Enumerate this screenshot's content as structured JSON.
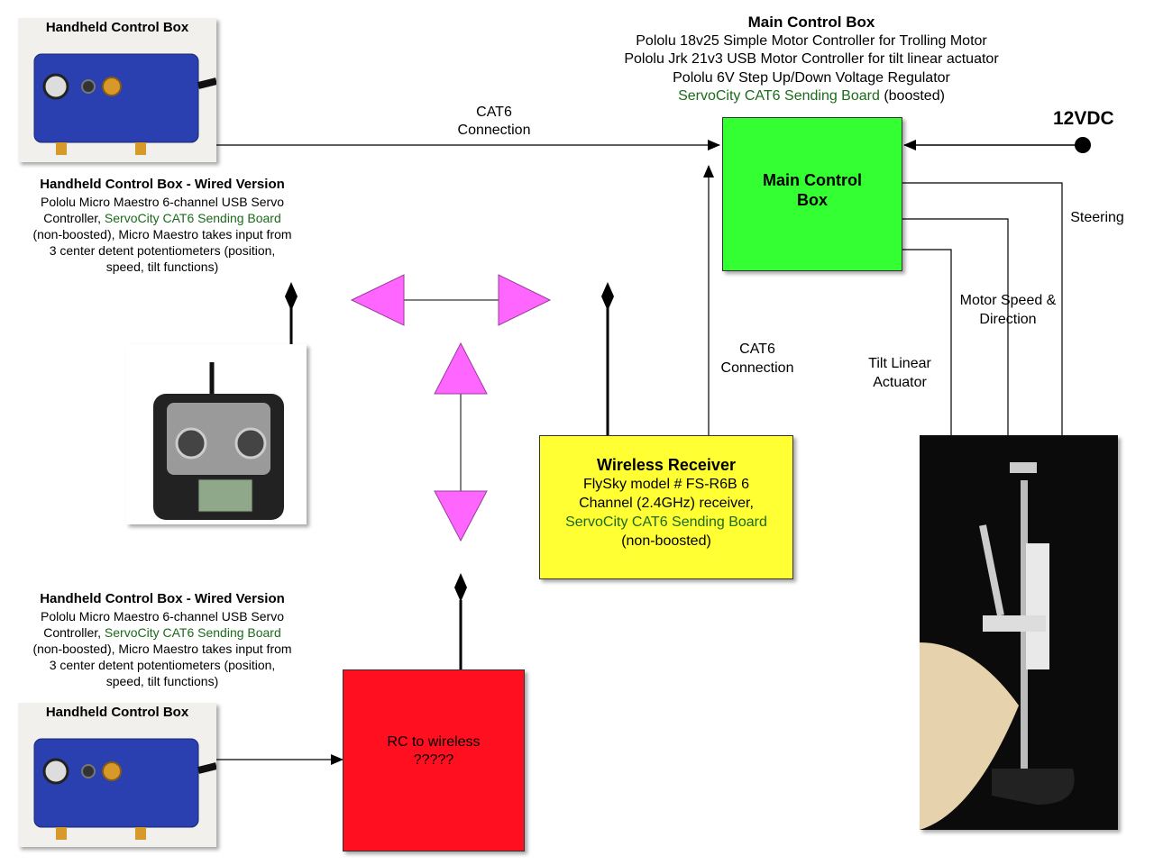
{
  "main_control": {
    "title": "Main Control Box",
    "lines": [
      "Pololu 18v25 Simple Motor Controller for Trolling Motor",
      "Pololu Jrk 21v3 USB Motor Controller for tilt linear actuator",
      "Pololu 6V Step Up/Down Voltage Regulator"
    ],
    "servo_line_green": "ServoCity CAT6 Sending Board",
    "servo_line_suffix": " (boosted)",
    "box_label_1": "Main Control",
    "box_label_2": "Box",
    "box_color": "#33ff33"
  },
  "power": {
    "label": "12VDC"
  },
  "handheld_top": {
    "photo_title": "Handheld Control Box",
    "caption_title": "Handheld Control Box - Wired Version",
    "caption_l1": "Pololu Micro Maestro 6-channel USB Servo",
    "caption_l2_pre": "Controller, ",
    "caption_l2_green": "ServoCity CAT6 Sending Board",
    "caption_l3": "(non-boosted), Micro Maestro takes input from",
    "caption_l4": "3 center detent potentiometers (position,",
    "caption_l5": "speed, tilt functions)"
  },
  "handheld_bottom": {
    "photo_title": "Handheld Control Box",
    "caption_title": "Handheld Control Box - Wired Version",
    "caption_l1": "Pololu Micro Maestro 6-channel USB Servo",
    "caption_l2_pre": "Controller, ",
    "caption_l2_green": "ServoCity CAT6 Sending Board",
    "caption_l3": "(non-boosted), Micro Maestro takes input from",
    "caption_l4": "3 center detent potentiometers (position,",
    "caption_l5": "speed, tilt functions)"
  },
  "cat6_top": {
    "l1": "CAT6",
    "l2": "Connection"
  },
  "cat6_mid": {
    "l1": "CAT6",
    "l2": "Connection"
  },
  "wireless": {
    "title": "Wireless Receiver",
    "l1": "FlySky model # FS-R6B 6",
    "l2": "Channel (2.4GHz) receiver,",
    "green": "ServoCity CAT6 Sending Board",
    "l3": "(non-boosted)",
    "box_color": "#ffff33"
  },
  "rc_box": {
    "l1": "RC to wireless",
    "l2": "?????",
    "box_color": "#ff0f1f"
  },
  "outputs": {
    "steering": "Steering",
    "motor_l1": "Motor Speed &",
    "motor_l2": "Direction",
    "tilt_l1": "Tilt Linear",
    "tilt_l2": "Actuator"
  },
  "colors": {
    "triangle": "#ff66ff",
    "photo_bg": "#0b0b0b",
    "box_blue": "#2a3fb0"
  }
}
